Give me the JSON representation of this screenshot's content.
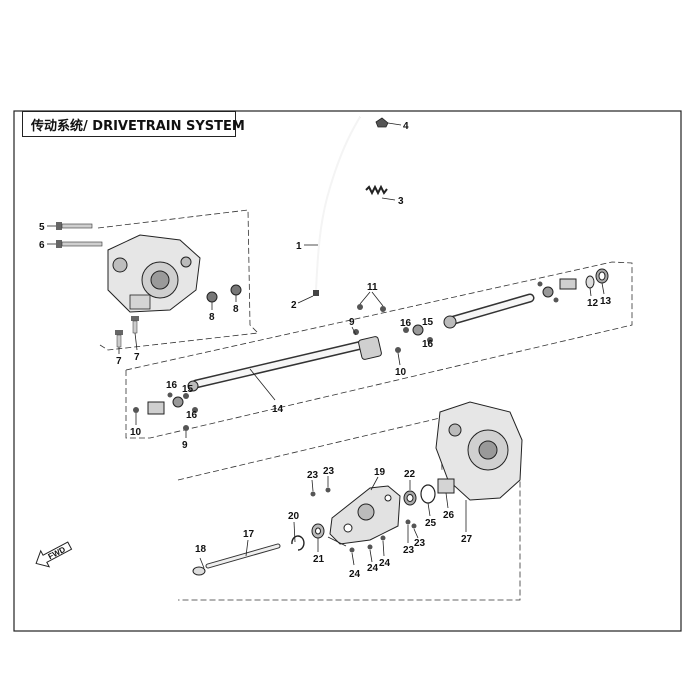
{
  "title": "传动系统/ DRIVETRAIN SYSTEM",
  "direction_label": "FWD",
  "callouts": [
    "1",
    "2",
    "3",
    "4",
    "5",
    "6",
    "7",
    "7",
    "8",
    "8",
    "9",
    "9",
    "10",
    "10",
    "11",
    "12",
    "13",
    "14",
    "15",
    "15",
    "16",
    "16",
    "16",
    "16",
    "17",
    "18",
    "19",
    "20",
    "21",
    "22",
    "23",
    "23",
    "23",
    "23",
    "24",
    "24",
    "24",
    "25",
    "26",
    "27"
  ]
}
